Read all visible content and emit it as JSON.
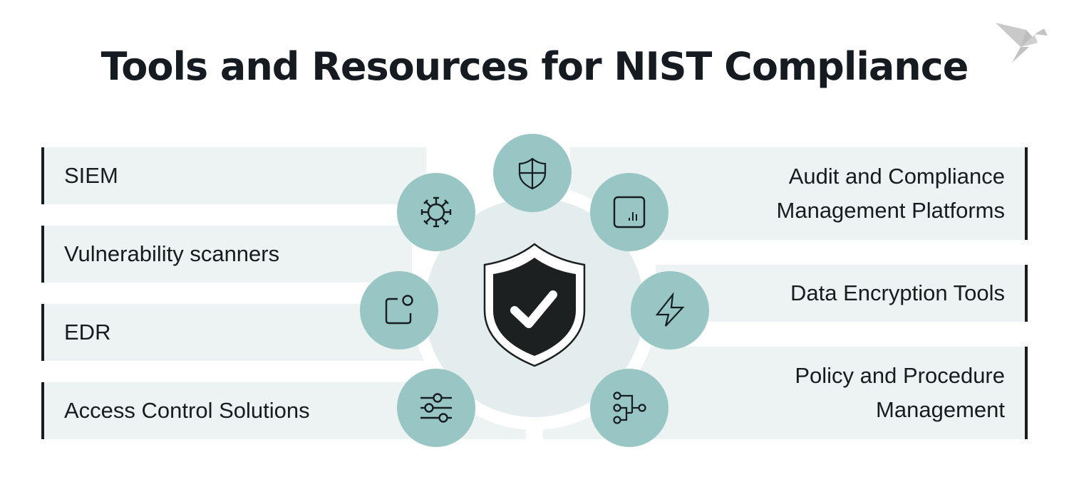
{
  "title": "Tools and Resources for NIST Compliance",
  "logo": {
    "icon": "origami-bird-logo",
    "color": "#c8c8c8"
  },
  "colors": {
    "bar_background": "#edf2f2",
    "accent_border": "#161c1f",
    "node_fill": "#98c6c4",
    "center_circle": "#e4eded",
    "shield_fill": "#1c2020"
  },
  "left_items": [
    {
      "label": "SIEM",
      "icon": "virus-icon"
    },
    {
      "label": "Vulnerability scanners",
      "icon": "notification-square-icon"
    },
    {
      "label": "EDR",
      "icon": "notification-square-icon"
    },
    {
      "label": "Access Control Solutions",
      "icon": "sliders-icon"
    }
  ],
  "right_items": [
    {
      "label": "Audit and Compliance\nManagement Platforms",
      "icon": "chart-square-icon"
    },
    {
      "label": "Data Encryption Tools",
      "icon": "lightning-icon"
    },
    {
      "label": "Policy and Procedure\nManagement",
      "icon": "hierarchy-icon"
    }
  ],
  "center": {
    "icon": "shield-check-icon",
    "top_icon": "shield-cross-icon"
  }
}
